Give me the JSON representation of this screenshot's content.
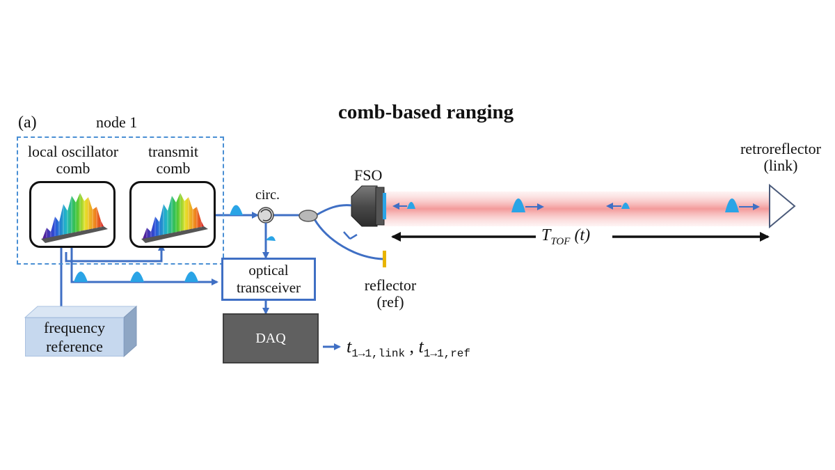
{
  "panel_label": "(a)",
  "title": "comb-based ranging",
  "node_label": "node 1",
  "lo_comb_label": "local oscillator comb",
  "transmit_comb_label": "transmit comb",
  "circulator_label": "circ.",
  "fso_label": "FSO",
  "retroreflector_label": "retroreflector (link)",
  "reflector_label": "reflector (ref)",
  "transceiver_label": "optical transceiver",
  "daq_label": "DAQ",
  "freq_ref_label": "frequency reference",
  "tof_label": {
    "main": "T",
    "sub": "TOF",
    "arg": " (t)"
  },
  "output_label": "t_{1→1,link} , t_{1→1,ref}",
  "output_parts": {
    "t1": "t",
    "sub1": "1→1,link",
    "sep": " ,  ",
    "t2": "t",
    "sub2": "1→1,ref"
  },
  "colors": {
    "fiber": "#3f6fc4",
    "pulse": "#2aa4e6",
    "beam": "#f5a0a0",
    "dashed_box": "#4a8fd4",
    "reflector": "#e8b400",
    "daq": "#606060",
    "freq_ref": "#c6d8ee"
  }
}
